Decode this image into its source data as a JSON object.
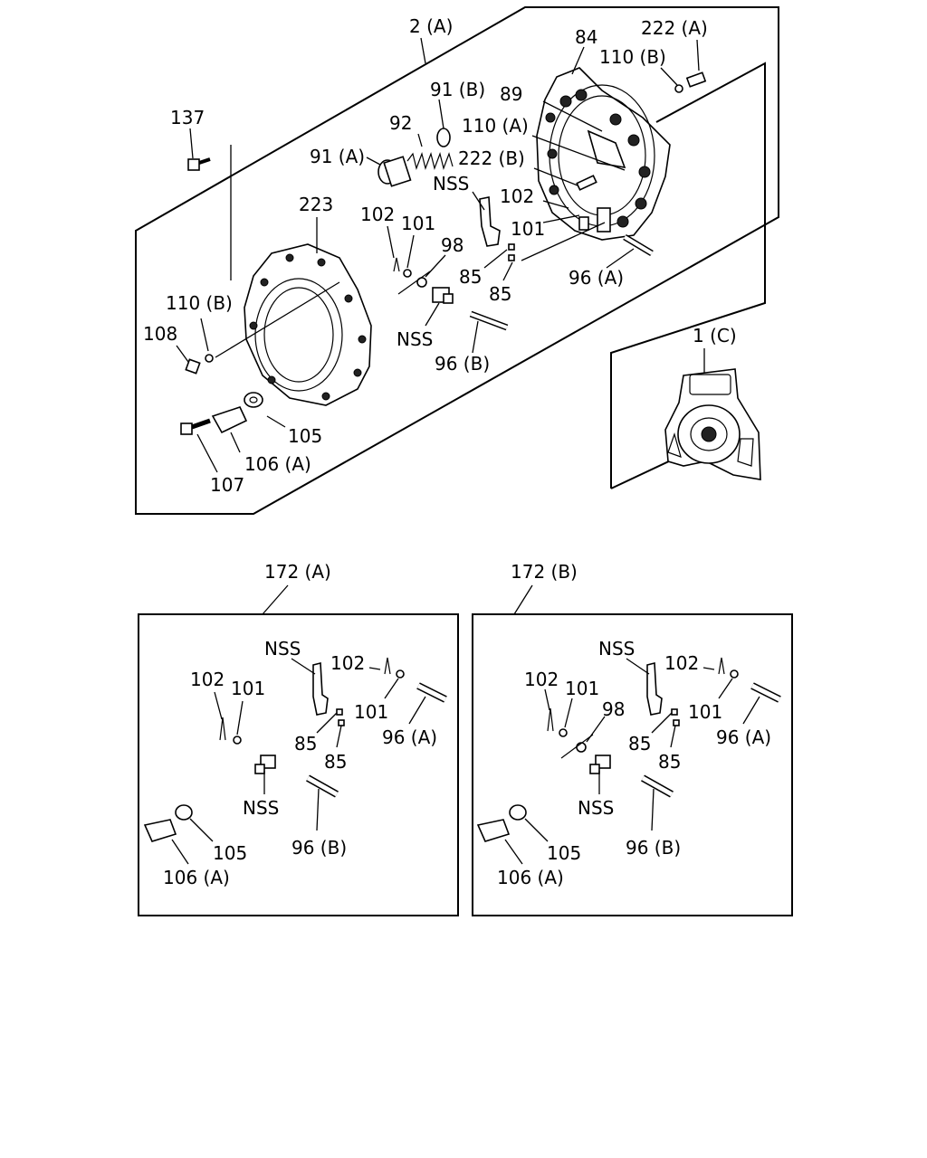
{
  "main_assembly": {
    "label": "2 (A)",
    "parts": [
      "137",
      "91 (A)",
      "92",
      "91 (B)",
      "89",
      "84",
      "222 (A)",
      "110 (B)",
      "110 (A)",
      "222 (B)",
      "NSS",
      "102",
      "101",
      "98",
      "223",
      "102",
      "101",
      "85",
      "85",
      "110 (B)",
      "108",
      "NSS",
      "96 (B)",
      "96 (A)",
      "105",
      "106 (A)",
      "107"
    ]
  },
  "disc_assembly": {
    "label": "1 (C)"
  },
  "kit_a": {
    "label": "172 (A)",
    "parts": [
      "NSS",
      "102",
      "102",
      "101",
      "101",
      "85",
      "85",
      "96 (A)",
      "NSS",
      "96 (B)",
      "105",
      "106 (A)"
    ]
  },
  "kit_b": {
    "label": "172 (B)",
    "parts": [
      "NSS",
      "102",
      "102",
      "101",
      "98",
      "101",
      "85",
      "85",
      "96 (A)",
      "NSS",
      "96 (B)",
      "105",
      "106 (A)"
    ]
  }
}
